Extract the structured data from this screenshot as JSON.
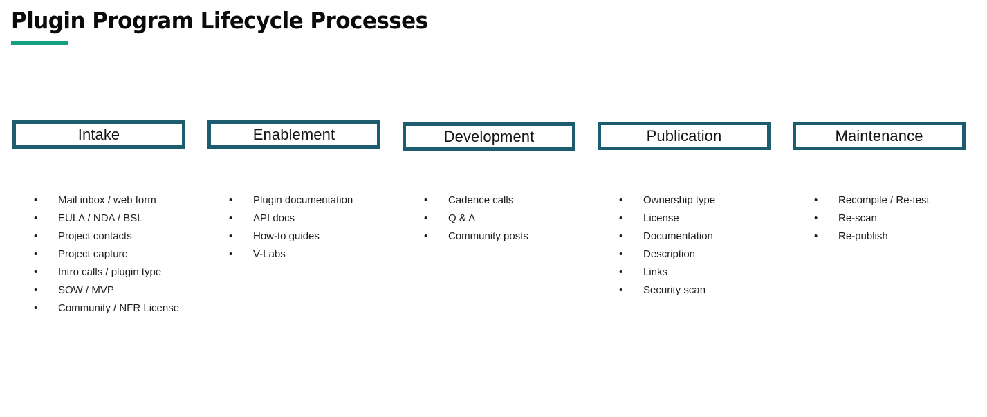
{
  "title": {
    "text": "Plugin Program Lifecycle Processes",
    "accent_color": "#14a085"
  },
  "theme": {
    "box_border_color": "#1d5c6e",
    "box_fill_color": "#ffffff",
    "text_color": "#1b1b1b",
    "background": "#ffffff"
  },
  "bullet_glyph": "•",
  "phases": [
    {
      "label": "Intake",
      "items": [
        "Mail inbox / web form",
        "EULA / NDA / BSL",
        "Project contacts",
        "Project capture",
        "Intro calls / plugin type",
        "SOW / MVP",
        "Community / NFR License"
      ]
    },
    {
      "label": "Enablement",
      "items": [
        "Plugin documentation",
        "API docs",
        "How-to guides",
        "V-Labs"
      ]
    },
    {
      "label": "Development",
      "items": [
        "Cadence calls",
        "Q & A",
        "Community posts"
      ]
    },
    {
      "label": "Publication",
      "items": [
        "Ownership type",
        "License",
        "Documentation",
        "Description",
        "Links",
        "Security scan"
      ]
    },
    {
      "label": "Maintenance",
      "items": [
        "Recompile / Re-test",
        "Re-scan",
        "Re-publish"
      ]
    }
  ]
}
